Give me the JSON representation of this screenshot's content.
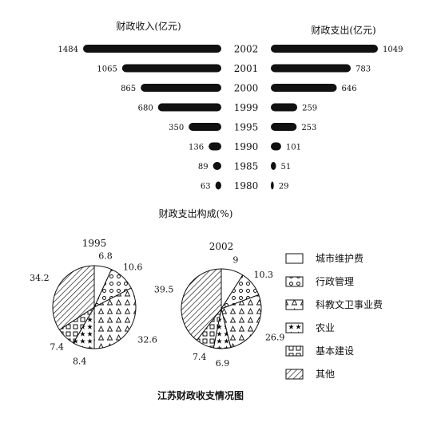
{
  "caption": "江苏财政收支情况图",
  "colors": {
    "ink": "#111111",
    "paper": "#ffffff"
  },
  "chart_data": [
    {
      "type": "bar",
      "title": "财政收入(亿元)",
      "categories": [
        "2002",
        "2001",
        "2000",
        "1999",
        "1995",
        "1990",
        "1985",
        "1980"
      ],
      "values": [
        1484,
        1065,
        865,
        680,
        350,
        136,
        89,
        63
      ],
      "orientation": "horizontal-left"
    },
    {
      "type": "bar",
      "title": "财政支出(亿元)",
      "categories": [
        "2002",
        "2001",
        "2000",
        "1999",
        "1995",
        "1990",
        "1985",
        "1980"
      ],
      "values": [
        1049,
        783,
        646,
        259,
        253,
        101,
        51,
        29
      ],
      "orientation": "horizontal-right"
    },
    {
      "type": "pie",
      "title": "财政支出构成(%)",
      "legend": [
        {
          "label": "城市维护费",
          "pattern": "blank"
        },
        {
          "label": "行政管理",
          "pattern": "circles"
        },
        {
          "label": "科教文卫事业费",
          "pattern": "triangles"
        },
        {
          "label": "农业",
          "pattern": "stars"
        },
        {
          "label": "基本建设",
          "pattern": "squares"
        },
        {
          "label": "其他",
          "pattern": "hatch"
        }
      ],
      "pies": [
        {
          "name": "1995",
          "values": [
            6.8,
            10.6,
            32.6,
            8.4,
            7.4,
            34.2
          ]
        },
        {
          "name": "2002",
          "values": [
            9,
            10.3,
            26.9,
            6.9,
            7.4,
            39.5
          ]
        }
      ]
    }
  ]
}
